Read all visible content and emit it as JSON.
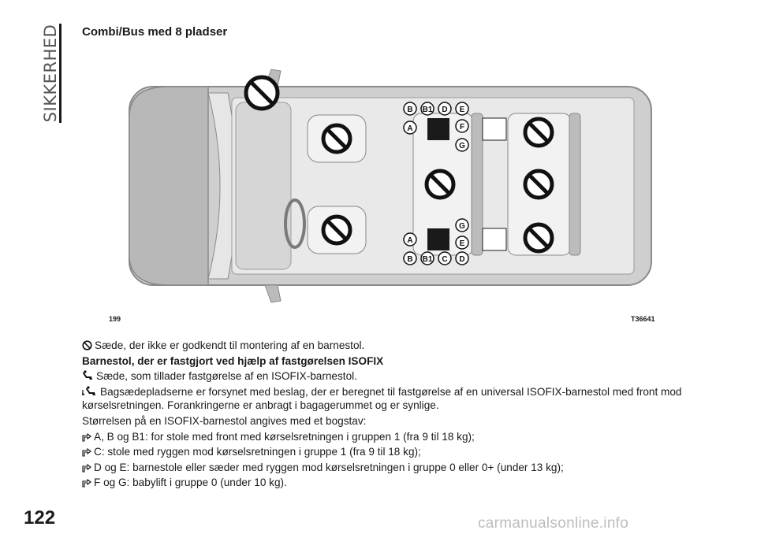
{
  "section_tab": "SIKKERHED",
  "title": "Combi/Bus med 8 pladser",
  "figure": {
    "id": "199",
    "code": "T36641",
    "seat_labels": {
      "left_group_top_row": [
        "B",
        "B1",
        "D",
        "E"
      ],
      "left_group_left": "A",
      "left_group_right": [
        "F",
        "G"
      ],
      "right_group_right": [
        "G",
        "E"
      ],
      "right_group_left": "A",
      "right_group_bottom_row": [
        "B",
        "B1",
        "C",
        "D"
      ]
    }
  },
  "legend": {
    "no_seat": "Sæde, der ikke er godkendt til montering af en barnestol.",
    "isofix_heading": "Barnestol, der er fastgjort ved hjælp af fastgørelsen ISOFIX",
    "isofix_seat": "Sæde, som tillader fastgørelse af en ISOFIX-barnestol.",
    "rear_seats": "Bagsædepladserne er forsynet med beslag, der er beregnet til fastgørelse af en universal ISOFIX-barnestol med front mod kørselsretningen. Forankringerne er anbragt i bagagerummet og er synlige.",
    "size_intro": "Størrelsen på en ISOFIX-barnestol angives med et bogstav:",
    "sizes": [
      "A, B og B1: for stole med front med kørselsretningen i gruppen 1 (fra 9 til 18 kg);",
      "C: stole med ryggen mod kørselsretningen i gruppe 1 (fra 9 til 18 kg);",
      "D og E: barnestole eller sæder med ryggen mod kørselsretningen i gruppe 0 eller 0+ (under 13 kg);",
      "F og G: babylift i gruppe 0 (under 10 kg)."
    ]
  },
  "page_number": "122",
  "watermark": "carmanualsonline.info"
}
